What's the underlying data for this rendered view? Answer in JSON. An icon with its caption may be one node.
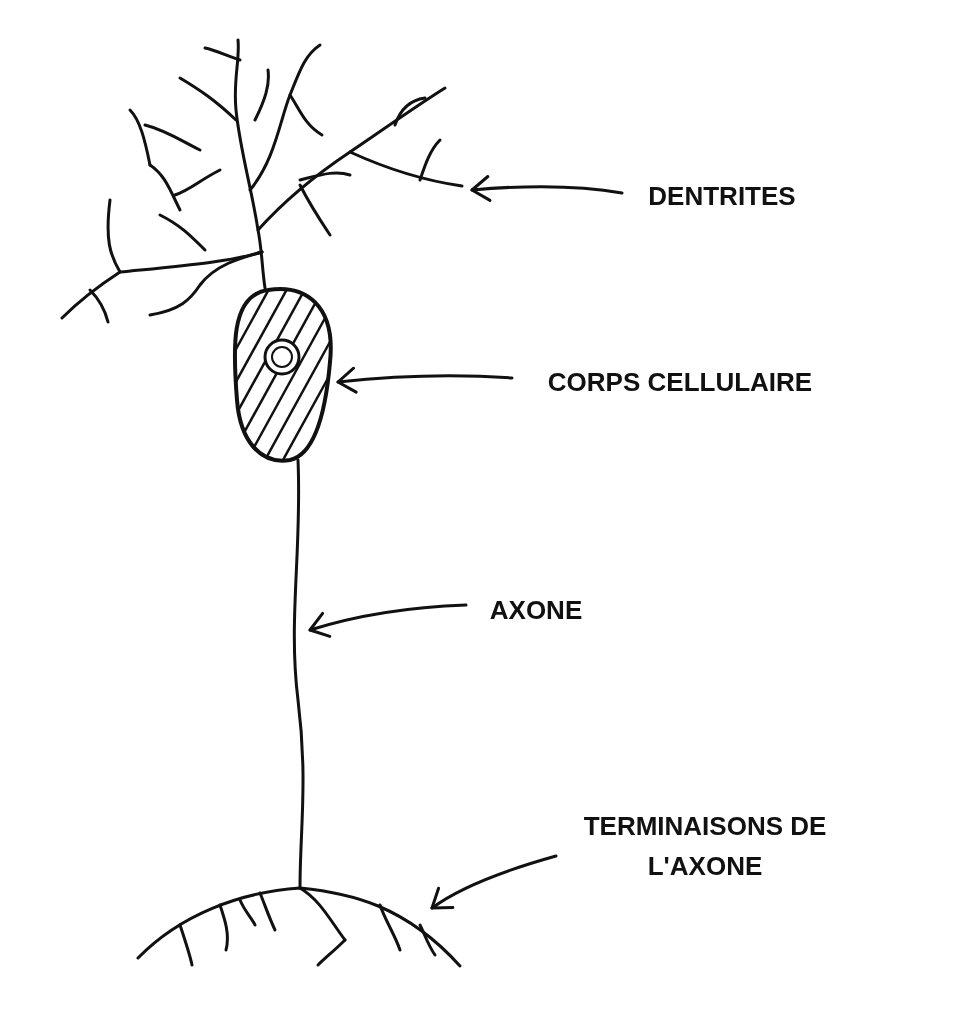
{
  "diagram": {
    "nodes": [
      {
        "text": [],
        "shape": "picture"
      },
      {
        "text": [
          "DENTRITES"
        ]
      },
      {
        "text": [],
        "shape": "picture"
      },
      {
        "text": [
          "CORPS CELLULAIRE"
        ]
      },
      {
        "text": [],
        "shape": "picture"
      },
      {
        "text": [
          "AXONE"
        ]
      },
      {
        "text": [],
        "shape": "picture"
      },
      {
        "text": [
          "TERMINAISONS DE L'AXONE"
        ]
      }
    ],
    "edges": [
      {
        "from": 1,
        "to": 0,
        "arrow": "to"
      },
      {
        "from": 3,
        "to": 2,
        "arrow": "to"
      },
      {
        "from": 5,
        "to": 4,
        "arrow": "to"
      },
      {
        "from": 7,
        "to": 6,
        "arrow": "to"
      }
    ]
  }
}
